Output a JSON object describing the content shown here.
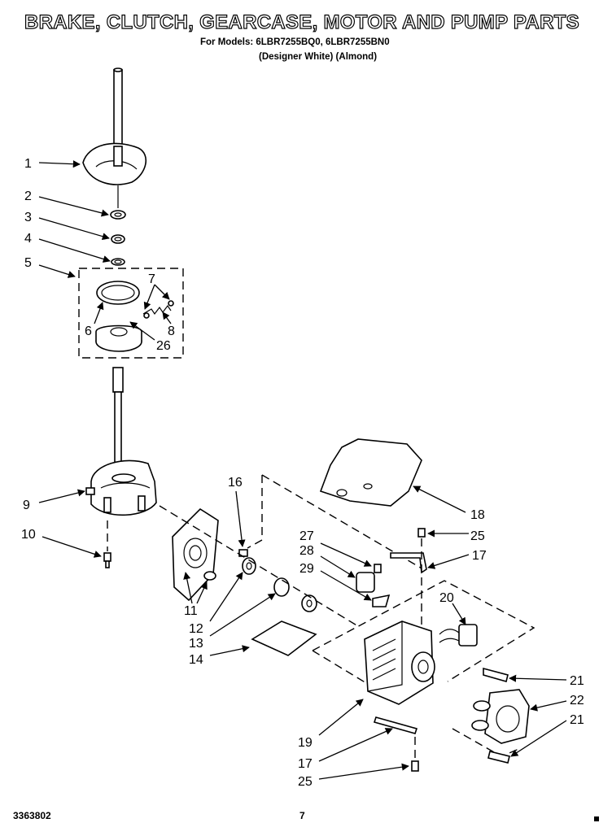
{
  "header": {
    "title": "BRAKE, CLUTCH, GEARCASE, MOTOR AND PUMP PARTS",
    "models": "For Models: 6LBR7255BQ0, 6LBR7255BN0",
    "colors": "(Designer White)   (Almond)"
  },
  "footer": {
    "doc_number": "3363802",
    "page_number": "7"
  },
  "callouts": {
    "c1": "1",
    "c2": "2",
    "c3": "3",
    "c4": "4",
    "c5": "5",
    "c6": "6",
    "c7": "7",
    "c8": "8",
    "c26": "26",
    "c9": "9",
    "c10": "10",
    "c16": "16",
    "c11": "11",
    "c12": "12",
    "c13": "13",
    "c14": "14",
    "c18": "18",
    "c25a": "25",
    "c27": "27",
    "c28": "28",
    "c29": "29",
    "c17a": "17",
    "c20": "20",
    "c21a": "21",
    "c22": "22",
    "c21b": "21",
    "c19": "19",
    "c17b": "17",
    "c25b": "25"
  }
}
